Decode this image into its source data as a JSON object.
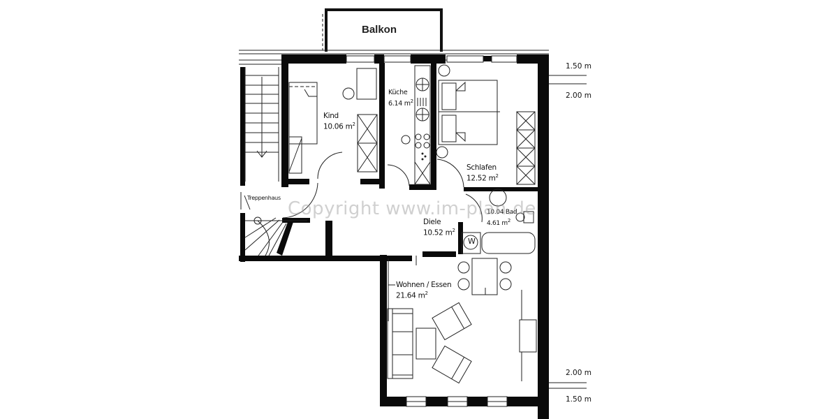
{
  "plan": {
    "balcony": {
      "label": "Balkon"
    },
    "rooms": [
      {
        "name": "Kind",
        "area": "10.06",
        "unit": "m"
      },
      {
        "name": "Küche",
        "area": "6.14",
        "unit": "m"
      },
      {
        "name": "Schlafen",
        "area": "12.52",
        "unit": "m",
        "display_name": "Schlafen"
      },
      {
        "name": "Treppenhaus",
        "area": "",
        "unit": ""
      },
      {
        "name": "Diele",
        "area": "10.52",
        "unit": "m"
      },
      {
        "name": "Bad",
        "area": "4.61",
        "unit": "m",
        "prefix": "10.04"
      },
      {
        "name": "Wohnen / Essen",
        "area": "21.64",
        "unit": "m"
      }
    ],
    "washer_symbol": "W",
    "dimensions": {
      "top_upper": "1.50 m",
      "top_lower": "2.00 m",
      "bottom_upper": "2.00 m",
      "bottom_lower": "1.50 m"
    },
    "watermark": "Copyright www.im-plan.de"
  },
  "colors": {
    "wall": "#0a0a0a",
    "line": "#1a1a1a",
    "background": "#ffffff",
    "watermark": "#969696"
  }
}
